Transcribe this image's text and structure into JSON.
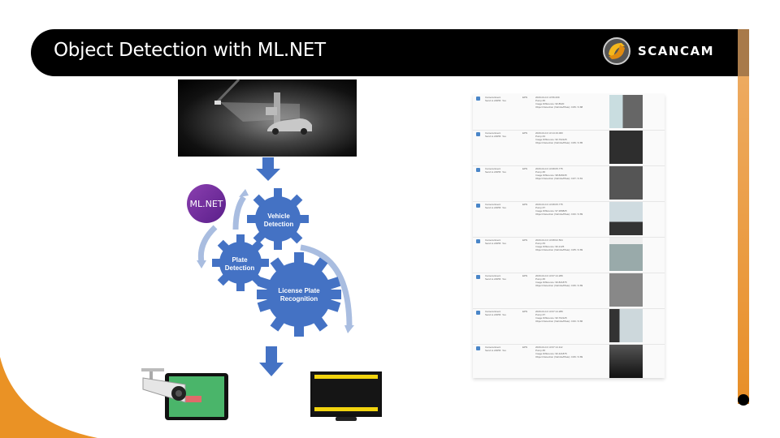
{
  "slide": {
    "title": "Object Detection with ML.NET",
    "brand": "SCANCAM",
    "colors": {
      "accent_orange": "#ea9225",
      "gear_blue": "#4472c4",
      "arrow_light": "#a9bde0",
      "title_bg": "#000000"
    }
  },
  "diagram": {
    "mlnet_badge": "ML.NET",
    "gears": [
      {
        "label": "Vehicle Detection"
      },
      {
        "label": "Plate Detection"
      },
      {
        "label": "License Plate Recognition"
      }
    ],
    "icons": [
      "camera-scene-image",
      "down-arrow-icon",
      "cycle-arrow-icon",
      "security-camera-icon",
      "tablet-icon",
      "monitor-icon"
    ]
  },
  "event_list": {
    "rows": [
      {
        "event": "Camera Event",
        "anpr": "Send to ANPR: Yes",
        "epn": "EPN",
        "time": "2020-04-13 13:56:209",
        "pump": "Pump #6",
        "diff": "Image Difference: 90.8620",
        "detection": "Object Detection (Vehicle/Plate): 0.86 / 0.88"
      },
      {
        "event": "Camera Event",
        "anpr": "Send to ANPR: Yes",
        "epn": "EPN",
        "time": "2020-04-13 13:14:19.000",
        "pump": "Pump #4",
        "diff": "Image Difference: 90.702125",
        "detection": "Object Detection (Vehicle/Plate): 0.86 / 0.85"
      },
      {
        "event": "Camera Event",
        "anpr": "Send to ANPR: Yes",
        "epn": "EPN",
        "time": "2020-04-13 13:08:05.775",
        "pump": "Pump #6",
        "diff": "Image Difference: 98.828135",
        "detection": "Object Detection (Vehicle/Plate): 0.87 / 0.81"
      },
      {
        "event": "Camera Event",
        "anpr": "Send to ANPR: Yes",
        "epn": "EPN",
        "time": "2020-04-13 13:08:05.775",
        "pump": "Pump #7",
        "diff": "Image Difference: 97.289825",
        "detection": "Object Detection (Vehicle/Plate): 0.82 / 0.89"
      },
      {
        "event": "Camera Event",
        "anpr": "Send to ANPR: Yes",
        "epn": "EPN",
        "time": "2020-04-13 13:08:02.564",
        "pump": "Pump #3",
        "diff": "Image Difference: 96.2125",
        "detection": "Object Detection (Vehicle/Plate): 0.85 / 0.89"
      },
      {
        "event": "Camera Event",
        "anpr": "Send to ANPR: Yes",
        "epn": "EPN",
        "time": "2020-04-13 13:07:14.289",
        "pump": "Pump #6",
        "diff": "Image Difference: 99.821875",
        "detection": "Object Detection (Vehicle/Plate): 0.80 / 0.89"
      },
      {
        "event": "Camera Event",
        "anpr": "Send to ANPR: Yes",
        "epn": "EPN",
        "time": "2020-04-13 13:07:14.289",
        "pump": "Pump #7",
        "diff": "Image Difference: 90.702125",
        "detection": "Object Detection (Vehicle/Plate): 0.82 / 0.86"
      },
      {
        "event": "Camera Event",
        "anpr": "Send to ANPR: Yes",
        "epn": "EPN",
        "time": "2020-04-13 13:07:14.112",
        "pump": "Pump #6",
        "diff": "Image Difference: 90.421875",
        "detection": "Object Detection (Vehicle/Plate): 0.80 / 0.89"
      }
    ]
  }
}
